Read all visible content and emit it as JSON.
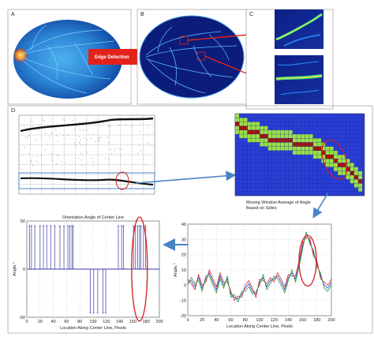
{
  "panels": {
    "a": "A",
    "b": "B",
    "c": "C",
    "d": "D"
  },
  "edge_detection_label": "Edge Detection",
  "moving_window_caption": [
    "Moving Window Average of Angle",
    "Based on Sides"
  ],
  "colors": {
    "arrow_red": "#e3231b",
    "connector_blue": "#4a84c4",
    "highlight_ellipse": "#d41e1e",
    "retina_blue": "#1e73c8",
    "vessel_map_bg": "#0b1c7a",
    "grid_green": "#9be04a",
    "grid_blue": "#2a3ed6",
    "centerline_red": "#a0150f"
  },
  "chart_data": [
    {
      "type": "line",
      "title": "Orientation Angle of Center Line",
      "xlabel": "Location Along Center Line, Pixels",
      "ylabel": "Angle,°",
      "xlim": [
        0,
        200
      ],
      "ylim": [
        -50,
        50
      ],
      "xticks": [
        "0",
        "20",
        "40",
        "60",
        "80",
        "100",
        "120",
        "140",
        "160",
        "180",
        "200"
      ],
      "yticks": [
        "50",
        "0",
        "-50"
      ],
      "grid": true,
      "spikes": [
        {
          "x": 4,
          "y": 45
        },
        {
          "x": 7,
          "y": 45
        },
        {
          "x": 12,
          "y": 45
        },
        {
          "x": 20,
          "y": 45
        },
        {
          "x": 25,
          "y": 45
        },
        {
          "x": 30,
          "y": 45
        },
        {
          "x": 36,
          "y": 45
        },
        {
          "x": 42,
          "y": 45
        },
        {
          "x": 50,
          "y": 45
        },
        {
          "x": 56,
          "y": 45
        },
        {
          "x": 62,
          "y": 45
        },
        {
          "x": 65,
          "y": 45
        },
        {
          "x": 68,
          "y": 45
        },
        {
          "x": 70,
          "y": 45
        },
        {
          "x": 96,
          "y": -45
        },
        {
          "x": 101,
          "y": -45
        },
        {
          "x": 107,
          "y": -45
        },
        {
          "x": 115,
          "y": -45
        },
        {
          "x": 119,
          "y": -45
        },
        {
          "x": 138,
          "y": 45
        },
        {
          "x": 143,
          "y": 45
        },
        {
          "x": 146,
          "y": 45
        },
        {
          "x": 161,
          "y": 45
        },
        {
          "x": 164,
          "y": 45
        },
        {
          "x": 167,
          "y": 45
        },
        {
          "x": 170,
          "y": 45
        },
        {
          "x": 172,
          "y": 45
        },
        {
          "x": 176,
          "y": 45
        },
        {
          "x": 179,
          "y": 45
        }
      ]
    },
    {
      "type": "line",
      "title": "",
      "xlabel": "Location Along Center Line, Pixels",
      "ylabel": "Angle,°",
      "xlim": [
        0,
        200
      ],
      "ylim": [
        -20,
        40
      ],
      "xticks": [
        "0",
        "20",
        "40",
        "60",
        "80",
        "100",
        "120",
        "140",
        "160",
        "180",
        "200"
      ],
      "yticks": [
        "40",
        "30",
        "20",
        "10",
        "0",
        "-10",
        "-20"
      ],
      "grid": true,
      "series": [
        {
          "color": "#2a40d8",
          "x": [
            0,
            5,
            10,
            15,
            20,
            25,
            30,
            35,
            40,
            45,
            50,
            55,
            60,
            65,
            70,
            75,
            80,
            85,
            90,
            95,
            100,
            105,
            110,
            115,
            120,
            125,
            130,
            135,
            140,
            145,
            150,
            155,
            160,
            165,
            170,
            175,
            180,
            185,
            190,
            195,
            200
          ],
          "y": [
            2,
            3,
            -1,
            5,
            -2,
            4,
            8,
            2,
            -3,
            6,
            0,
            4,
            -6,
            -8,
            -9,
            -6,
            -2,
            1,
            -4,
            -6,
            2,
            5,
            -1,
            3,
            4,
            6,
            2,
            -3,
            5,
            8,
            4,
            14,
            26,
            33,
            29,
            21,
            14,
            6,
            0,
            -2,
            2
          ]
        },
        {
          "color": "#d62828",
          "x": [
            0,
            5,
            10,
            15,
            20,
            25,
            30,
            35,
            40,
            45,
            50,
            55,
            60,
            65,
            70,
            75,
            80,
            85,
            90,
            95,
            100,
            105,
            110,
            115,
            120,
            125,
            130,
            135,
            140,
            145,
            150,
            155,
            160,
            165,
            170,
            175,
            180,
            185,
            190,
            195,
            200
          ],
          "y": [
            4,
            1,
            -3,
            7,
            0,
            2,
            10,
            4,
            -1,
            8,
            2,
            2,
            -4,
            -10,
            -7,
            -8,
            0,
            3,
            -2,
            -8,
            4,
            3,
            1,
            5,
            2,
            8,
            4,
            -1,
            7,
            6,
            6,
            16,
            28,
            31,
            31,
            19,
            16,
            4,
            2,
            0,
            4
          ]
        },
        {
          "color": "#2c9a3a",
          "x": [
            0,
            5,
            10,
            15,
            20,
            25,
            30,
            35,
            40,
            45,
            50,
            55,
            60,
            65,
            70,
            75,
            80,
            85,
            90,
            95,
            100,
            105,
            110,
            115,
            120,
            125,
            130,
            135,
            140,
            145,
            150,
            155,
            160,
            165,
            170,
            175,
            180,
            185,
            190,
            195,
            200
          ],
          "y": [
            0,
            5,
            1,
            3,
            -4,
            6,
            6,
            0,
            -5,
            4,
            -2,
            6,
            -8,
            -6,
            -11,
            -4,
            -4,
            -1,
            -6,
            -4,
            0,
            7,
            -3,
            1,
            6,
            4,
            0,
            -5,
            3,
            10,
            2,
            12,
            24,
            35,
            27,
            23,
            12,
            8,
            -2,
            -4,
            0
          ]
        }
      ]
    }
  ]
}
